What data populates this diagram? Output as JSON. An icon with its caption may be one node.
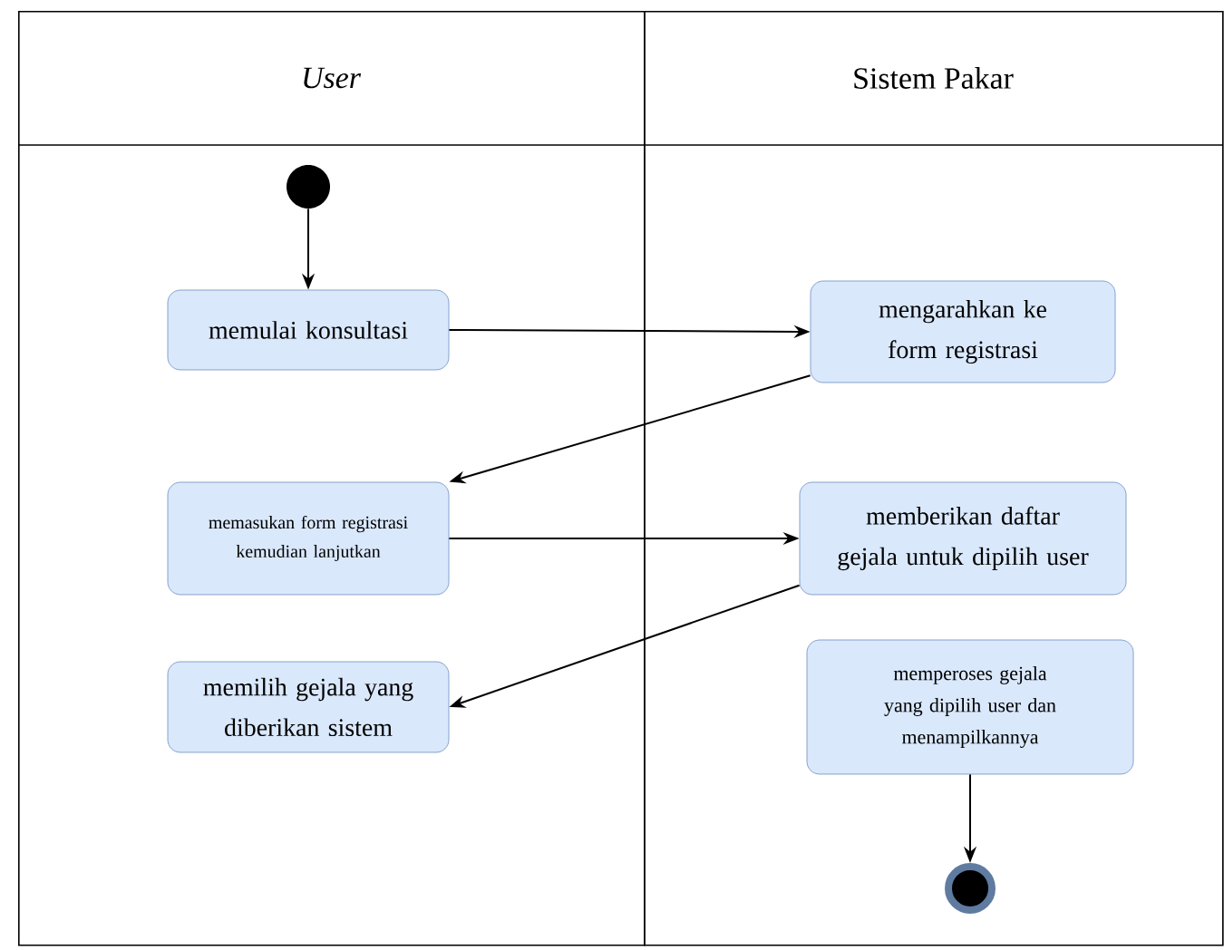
{
  "diagram": {
    "nodes": [
      {
        "text": [
          "User"
        ]
      },
      {
        "text": [
          "Sistem Pakar"
        ]
      },
      {
        "text": [],
        "shape": "circle",
        "in": 0
      },
      {
        "text": [
          "memulai konsultasi"
        ],
        "in": 0
      },
      {
        "text": [
          "mengarahkan ke form registrasi"
        ],
        "in": 1
      },
      {
        "text": [
          "memasukan form registrasi kemudian lanjutkan"
        ],
        "in": 0
      },
      {
        "text": [
          "memberikan daftar gejala untuk dipilih user"
        ],
        "in": 1
      },
      {
        "text": [
          "memilih gejala yang diberikan sistem"
        ],
        "in": 0
      },
      {
        "text": [
          "memperoses gejala yang dipilih user dan menampilkannya"
        ],
        "in": 1
      },
      {
        "text": [],
        "shape": "circle",
        "in": 1
      }
    ],
    "edges": [
      {
        "from": 2,
        "to": 3,
        "arrow": "to"
      },
      {
        "from": 3,
        "to": 4,
        "arrow": "to"
      },
      {
        "from": 4,
        "to": 5,
        "arrow": "to"
      },
      {
        "from": 5,
        "to": 6,
        "arrow": "to"
      },
      {
        "from": 6,
        "to": 7,
        "arrow": "to"
      },
      {
        "from": 8,
        "to": 9,
        "arrow": "to"
      }
    ]
  }
}
